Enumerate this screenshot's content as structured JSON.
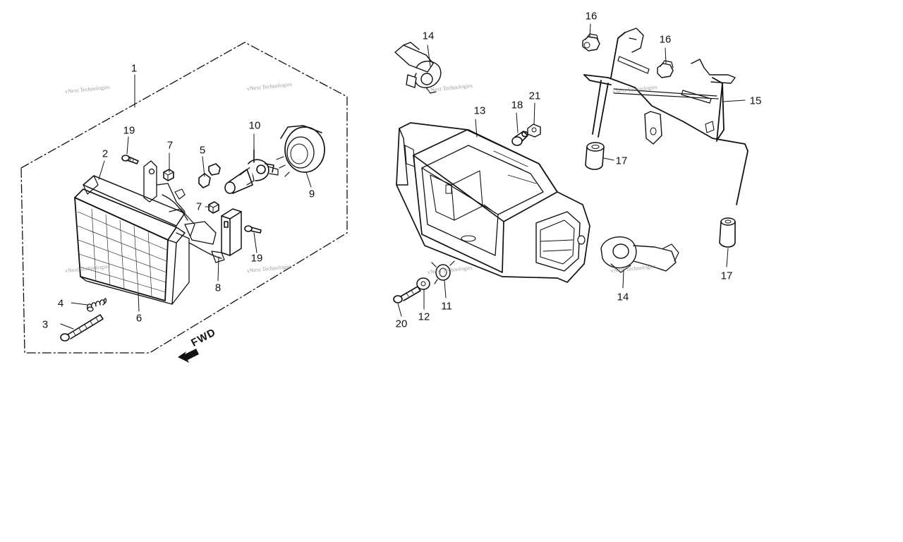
{
  "callouts": {
    "c1": "1",
    "c2": "2",
    "c3": "3",
    "c4": "4",
    "c5": "5",
    "c6": "6",
    "c7a": "7",
    "c7b": "7",
    "c8": "8",
    "c9": "9",
    "c10": "10",
    "c11": "11",
    "c12": "12",
    "c13": "13",
    "c14a": "14",
    "c14b": "14",
    "c15": "15",
    "c16a": "16",
    "c16b": "16",
    "c17a": "17",
    "c17b": "17",
    "c18": "18",
    "c19a": "19",
    "c19b": "19",
    "c20": "20",
    "c21": "21"
  },
  "direction_marker": "FWD",
  "watermark": "vNext Technologies",
  "colors": {
    "ink": "#111111",
    "paper": "#ffffff",
    "watermark": "#8a8a8a"
  }
}
